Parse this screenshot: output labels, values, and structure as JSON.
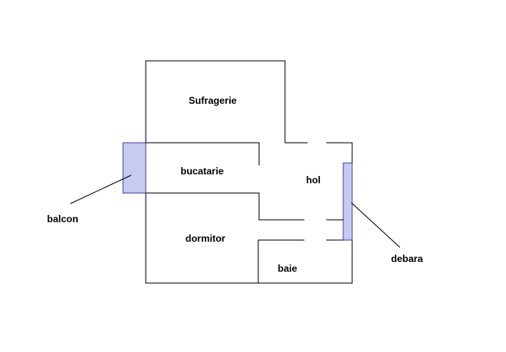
{
  "rooms": {
    "sufragerie": "Sufragerie",
    "bucatarie": "bucatarie",
    "hol": "hol",
    "dormitor": "dormitor",
    "baie": "baie"
  },
  "annotations": {
    "balcon": "balcon",
    "debara": "debara"
  },
  "colors": {
    "walls": "#000000",
    "storage_fill": "#c8cbf0",
    "storage_stroke": "#3f46a8"
  }
}
